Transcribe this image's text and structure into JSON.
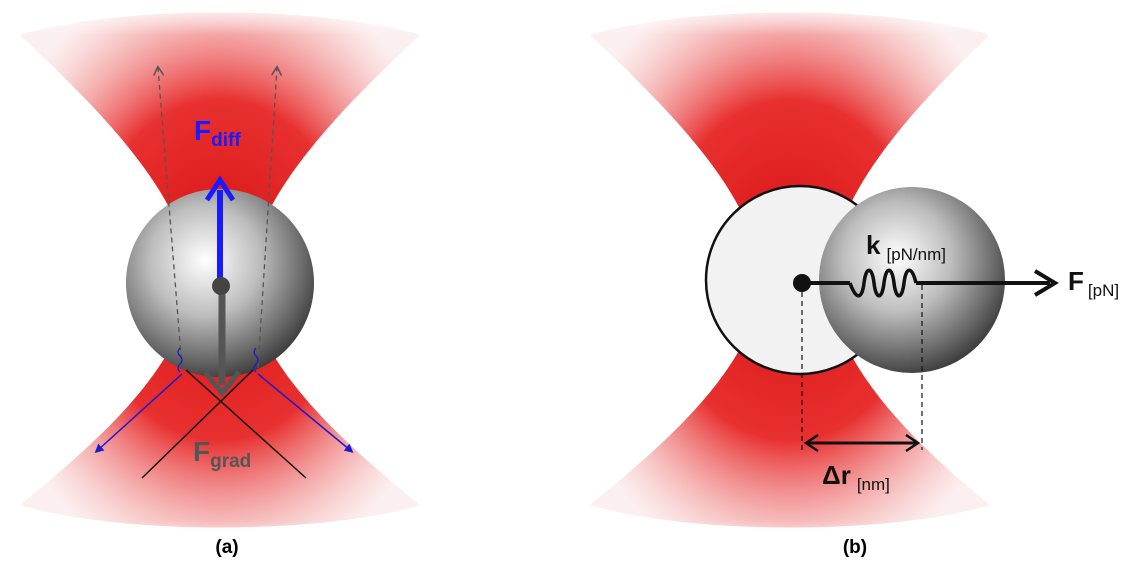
{
  "panel_a": {
    "caption": "(a)",
    "force_diff": {
      "symbol": "F",
      "subscript": "diff"
    },
    "force_grad": {
      "symbol": "F",
      "subscript": "grad"
    }
  },
  "panel_b": {
    "caption": "(b)",
    "stiffness": {
      "symbol": "k",
      "unit": "[pN/nm]"
    },
    "force": {
      "symbol": "F",
      "unit": "[pN]"
    },
    "displacement": {
      "symbol": "Δr",
      "unit": "[nm]"
    }
  },
  "colors": {
    "beam": "#e02020",
    "diff_arrow": "#1a1aff",
    "grad_arrow": "#555555",
    "ray_blue": "#1a1acc",
    "ink": "#000000"
  }
}
